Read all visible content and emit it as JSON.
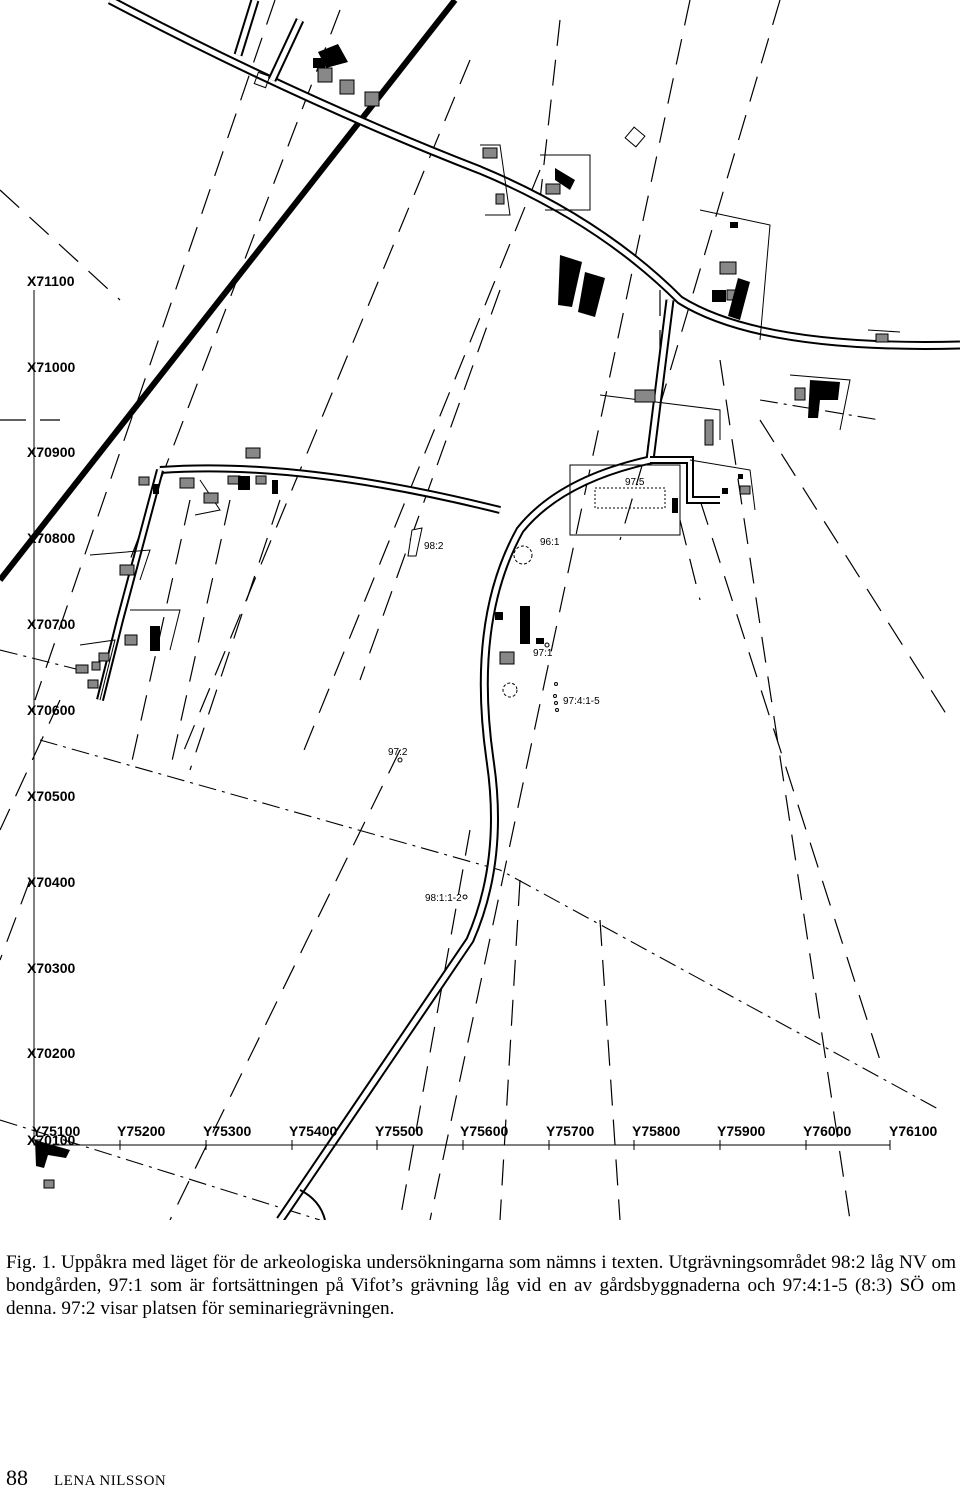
{
  "map": {
    "grid_x_labels": [
      "X71100",
      "X71000",
      "X70900",
      "X70800",
      "X70700",
      "X70600",
      "X70500",
      "X70400",
      "X70300",
      "X70200",
      "X70100"
    ],
    "grid_y_labels": [
      "Y75100",
      "Y75200",
      "Y75300",
      "Y75400",
      "Y75500",
      "Y75600",
      "Y75700",
      "Y75800",
      "Y75900",
      "Y76000",
      "Y76100"
    ],
    "site_labels": {
      "s98_2": "98:2",
      "s96_1": "96:1",
      "s97_5": "97:5",
      "s97_1": "97:1",
      "s97_4": "97:4:1-5",
      "s97_2": "97:2",
      "s98_1": "98:1:1-2"
    }
  },
  "caption": "Fig. 1. Uppåkra med läget för de arkeologiska undersökningarna som nämns i texten. Utgrävningsområdet 98:2 låg NV om bondgården, 97:1 som är fortsättningen på Vifot’s grävning låg vid en av gårdsbyggnaderna och 97:4:1-5 (8:3) SÖ om denna. 97:2 visar platsen för seminariegrävningen.",
  "footer": {
    "page_number": "88",
    "running_head": "LENA NILSSON"
  }
}
